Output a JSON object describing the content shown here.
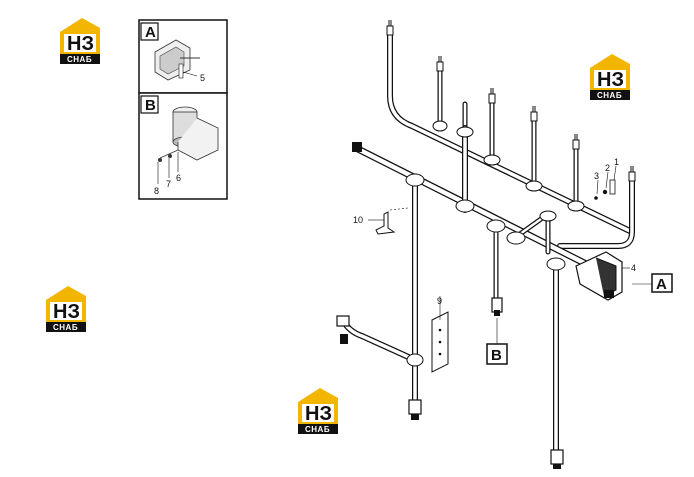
{
  "watermark": {
    "mark": "НЗ",
    "text": "СНАБ",
    "color": "#f2b600"
  },
  "inset_a": {
    "label": "A",
    "callouts": [
      "5"
    ]
  },
  "inset_b": {
    "label": "B",
    "callouts": [
      "6",
      "7",
      "8"
    ]
  },
  "main": {
    "callouts": [
      "1",
      "2",
      "3",
      "4",
      "9",
      "10"
    ],
    "view_a_label": "A",
    "view_b_label": "B"
  }
}
